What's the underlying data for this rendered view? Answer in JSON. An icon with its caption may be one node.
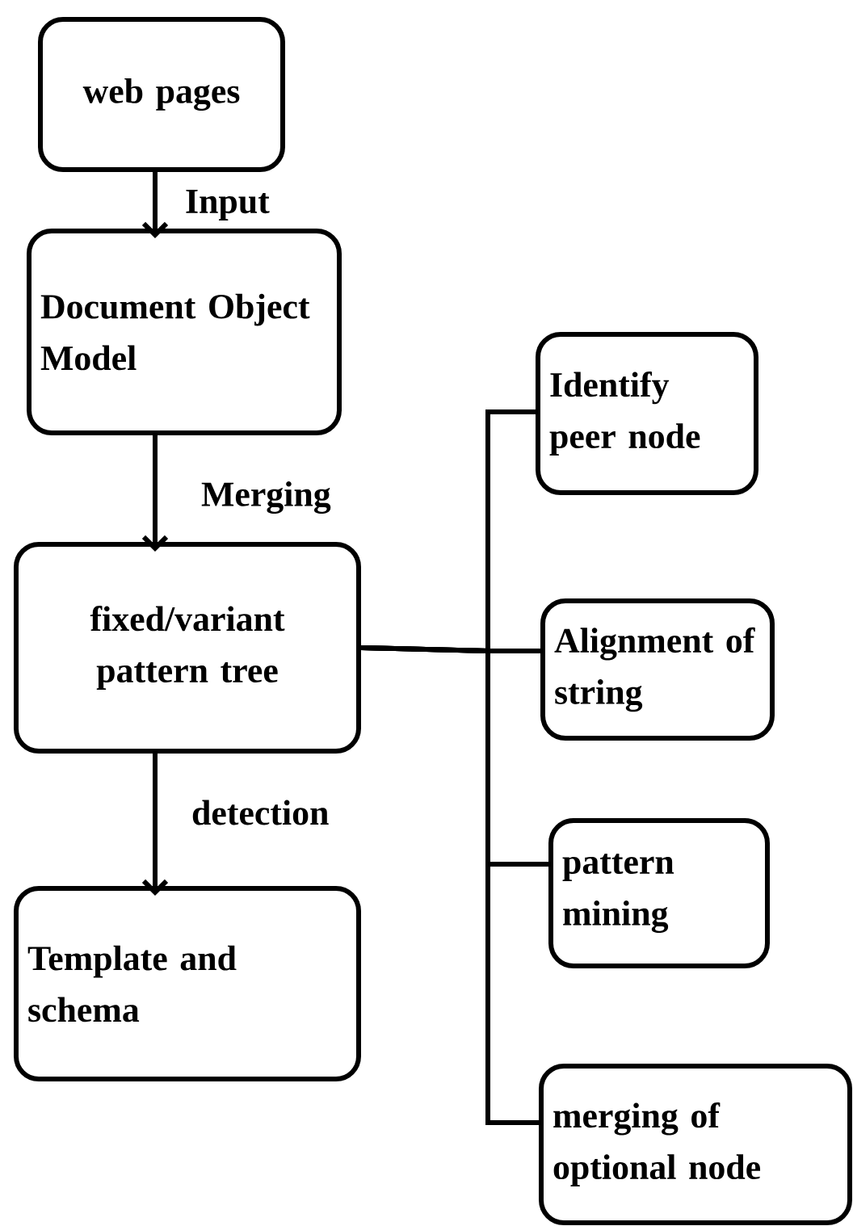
{
  "diagram": {
    "nodes": [
      {
        "text": [
          "web pages"
        ]
      },
      {
        "text": [
          "Document Object Model"
        ]
      },
      {
        "text": [
          "fixed/variant pattern tree"
        ]
      },
      {
        "text": [
          "Template and schema"
        ]
      },
      {
        "text": [
          "Identify peer node"
        ]
      },
      {
        "text": [
          "Alignment of string"
        ]
      },
      {
        "text": [
          "pattern mining"
        ]
      },
      {
        "text": [
          "merging of optional node"
        ]
      }
    ],
    "edges": [
      {
        "from": 0,
        "to": 1,
        "arrow": "to",
        "label": "Input"
      },
      {
        "from": 1,
        "to": 2,
        "arrow": "to",
        "label": "Merging"
      },
      {
        "from": 2,
        "to": 3,
        "arrow": "to",
        "label": "detection"
      },
      {
        "from": 2,
        "to": 4,
        "arrow": "none"
      },
      {
        "from": 2,
        "to": 5,
        "arrow": "none"
      },
      {
        "from": 2,
        "to": 6,
        "arrow": "none"
      },
      {
        "from": 2,
        "to": 7,
        "arrow": "none"
      }
    ]
  }
}
